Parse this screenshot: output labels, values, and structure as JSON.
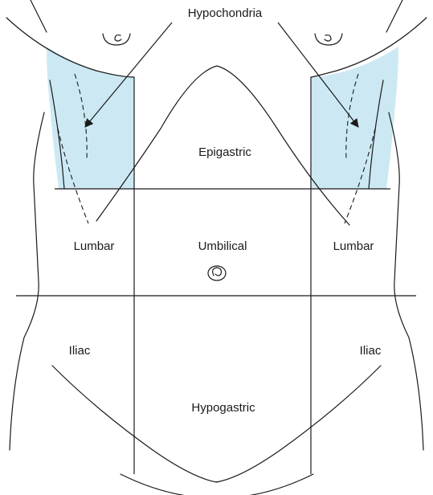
{
  "labels": {
    "title": "Hypochondria",
    "epigastric": "Epigastric",
    "lumbar_left": "Lumbar",
    "umbilical": "Umbilical",
    "lumbar_right": "Lumbar",
    "iliac_left": "Iliac",
    "iliac_right": "Iliac",
    "hypogastric": "Hypogastric"
  },
  "colors": {
    "highlight": "#cce9f3",
    "line": "#1a1a1a",
    "background": "#ffffff"
  }
}
